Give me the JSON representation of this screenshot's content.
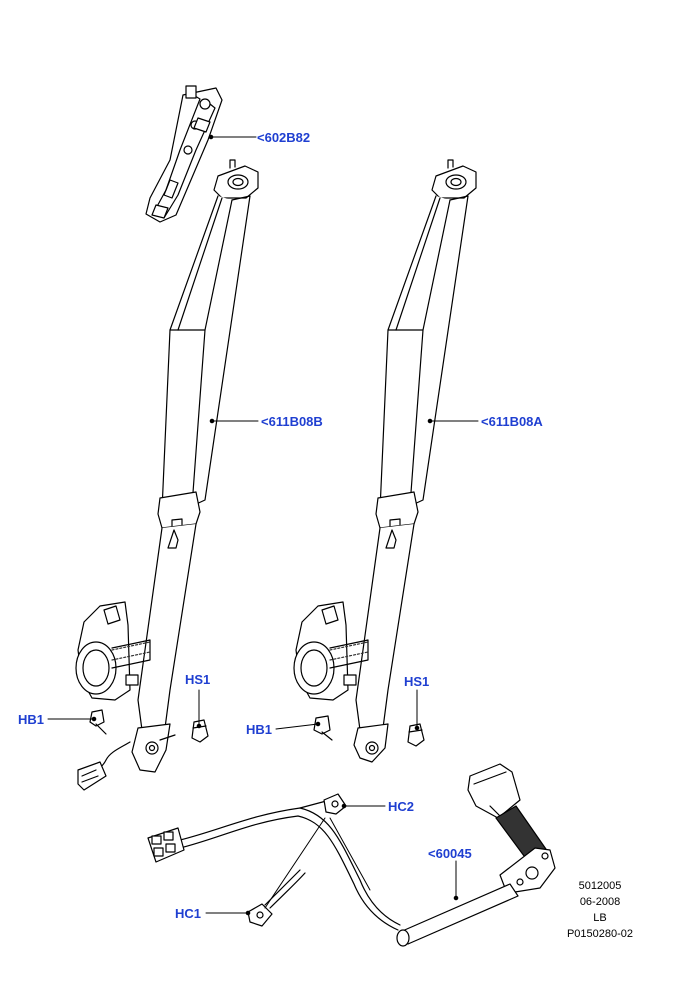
{
  "colors": {
    "callout": "#1f3fd1",
    "line": "#000000",
    "fill": "#ffffff",
    "belt": "#333333"
  },
  "callouts": {
    "c602B82": "<602B82",
    "c611B08B": "<611B08B",
    "c611B08A": "<611B08A",
    "hs1_left": "HS1",
    "hs1_right": "HS1",
    "hb1_left": "HB1",
    "hb1_right": "HB1",
    "hc2": "HC2",
    "c60045": "<60045",
    "hc1": "HC1"
  },
  "info_block": {
    "line1": "5012005",
    "line2": "06-2008",
    "line3": "LB",
    "line4": "P0150280-02"
  }
}
